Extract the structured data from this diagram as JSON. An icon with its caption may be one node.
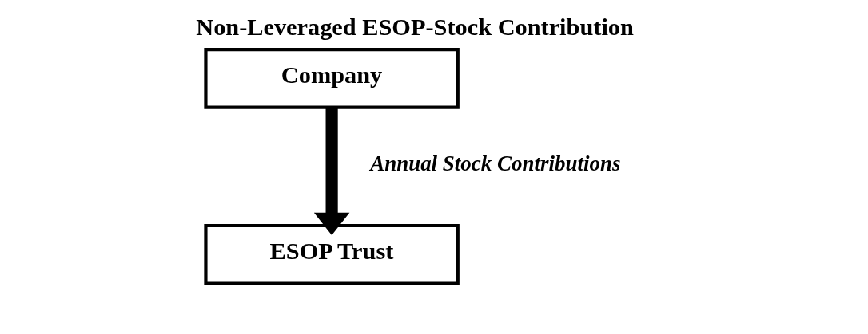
{
  "diagram": {
    "title": "Non-Leveraged ESOP-Stock Contribution",
    "nodes": [
      {
        "text": [
          "Company"
        ]
      },
      {
        "text": [
          "ESOP Trust"
        ]
      }
    ],
    "edges": [
      {
        "from": 0,
        "to": 1,
        "arrow": "to",
        "label": "Annual Stock Contributions"
      }
    ]
  }
}
